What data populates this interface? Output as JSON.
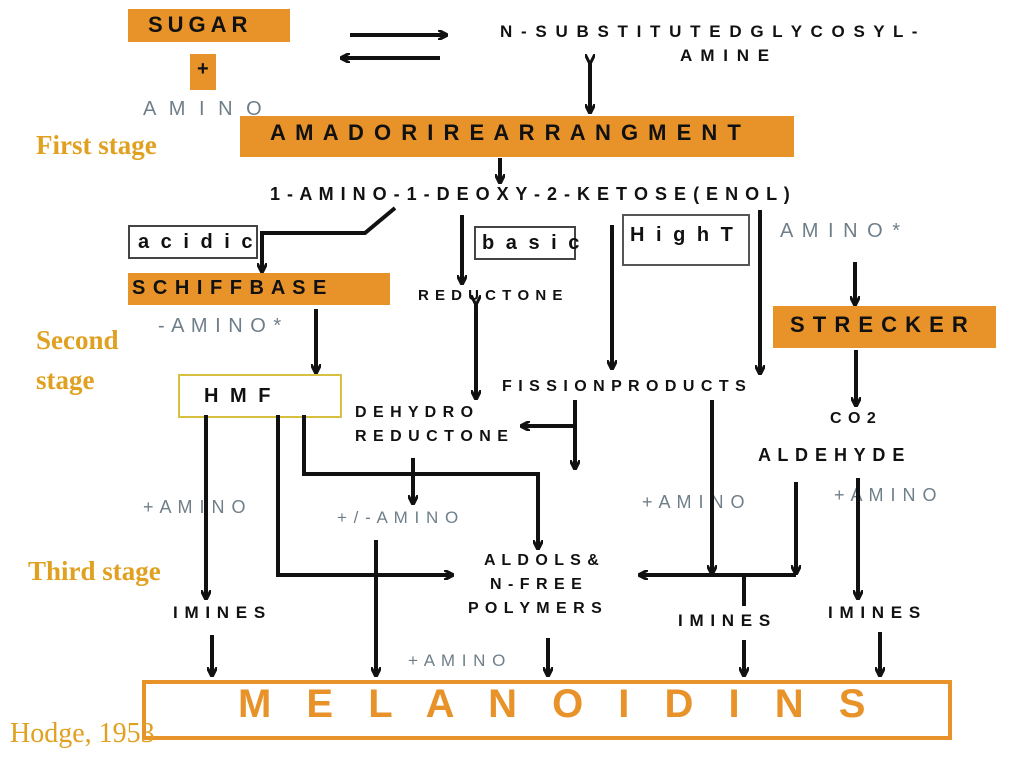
{
  "title": {
    "sugar": "SUGAR",
    "plus": "+",
    "amino": "A M I N O"
  },
  "glycosyl": {
    "line1": "N - S U B S T I T U T E D  G L Y C O S Y L -",
    "line2": "A M I N E"
  },
  "stages": {
    "first": "First stage",
    "second": "Second stage",
    "third": "Third stage"
  },
  "amadori": "A M A D O R I R E A R R A N G M E N T",
  "ketose": "1 - A M I N O - 1 - D E O X Y - 2 - K E T O S E   ( E N O L )",
  "conditions": {
    "acidic": "a c i d i c",
    "basic": "b a s i c",
    "hight": "H i g h  T",
    "amino_star": "A M I N O *"
  },
  "schiff": {
    "label": "S C H I F F  B A S E",
    "sub": "- A M I N O *"
  },
  "reductone": "R E D U C T O N E",
  "strecker": {
    "label": "S T R E C K E R",
    "co2": "C O 2",
    "aldehyde": "A L D E H Y D E"
  },
  "hmf": "H M F",
  "dehydro": {
    "line1": "D E H Y D R O",
    "line2": "R E D U C T O N E"
  },
  "fission": "F I S S I O N  P R O D U C T S",
  "amino_labels": {
    "plus1": "+ A M I N O",
    "plusminus": "+ / - A M I N O",
    "plus2": "+ A M I N O",
    "plus3": "+ A M I N O",
    "plus4": "+  A M I N O"
  },
  "aldols": {
    "line1": "A L D O L S  &",
    "line2": "N - F R E E",
    "line3": "P O L Y M E R S"
  },
  "imines": {
    "a": "I M I N E S",
    "b": "I M I N E S",
    "c": "I M I N E S"
  },
  "melanoidins": "M E L A N O I D I N S",
  "citation": "Hodge, 1953",
  "colors": {
    "orange": "#e8922a",
    "stage": "#e0a020",
    "grey": "#6f7f8a"
  }
}
